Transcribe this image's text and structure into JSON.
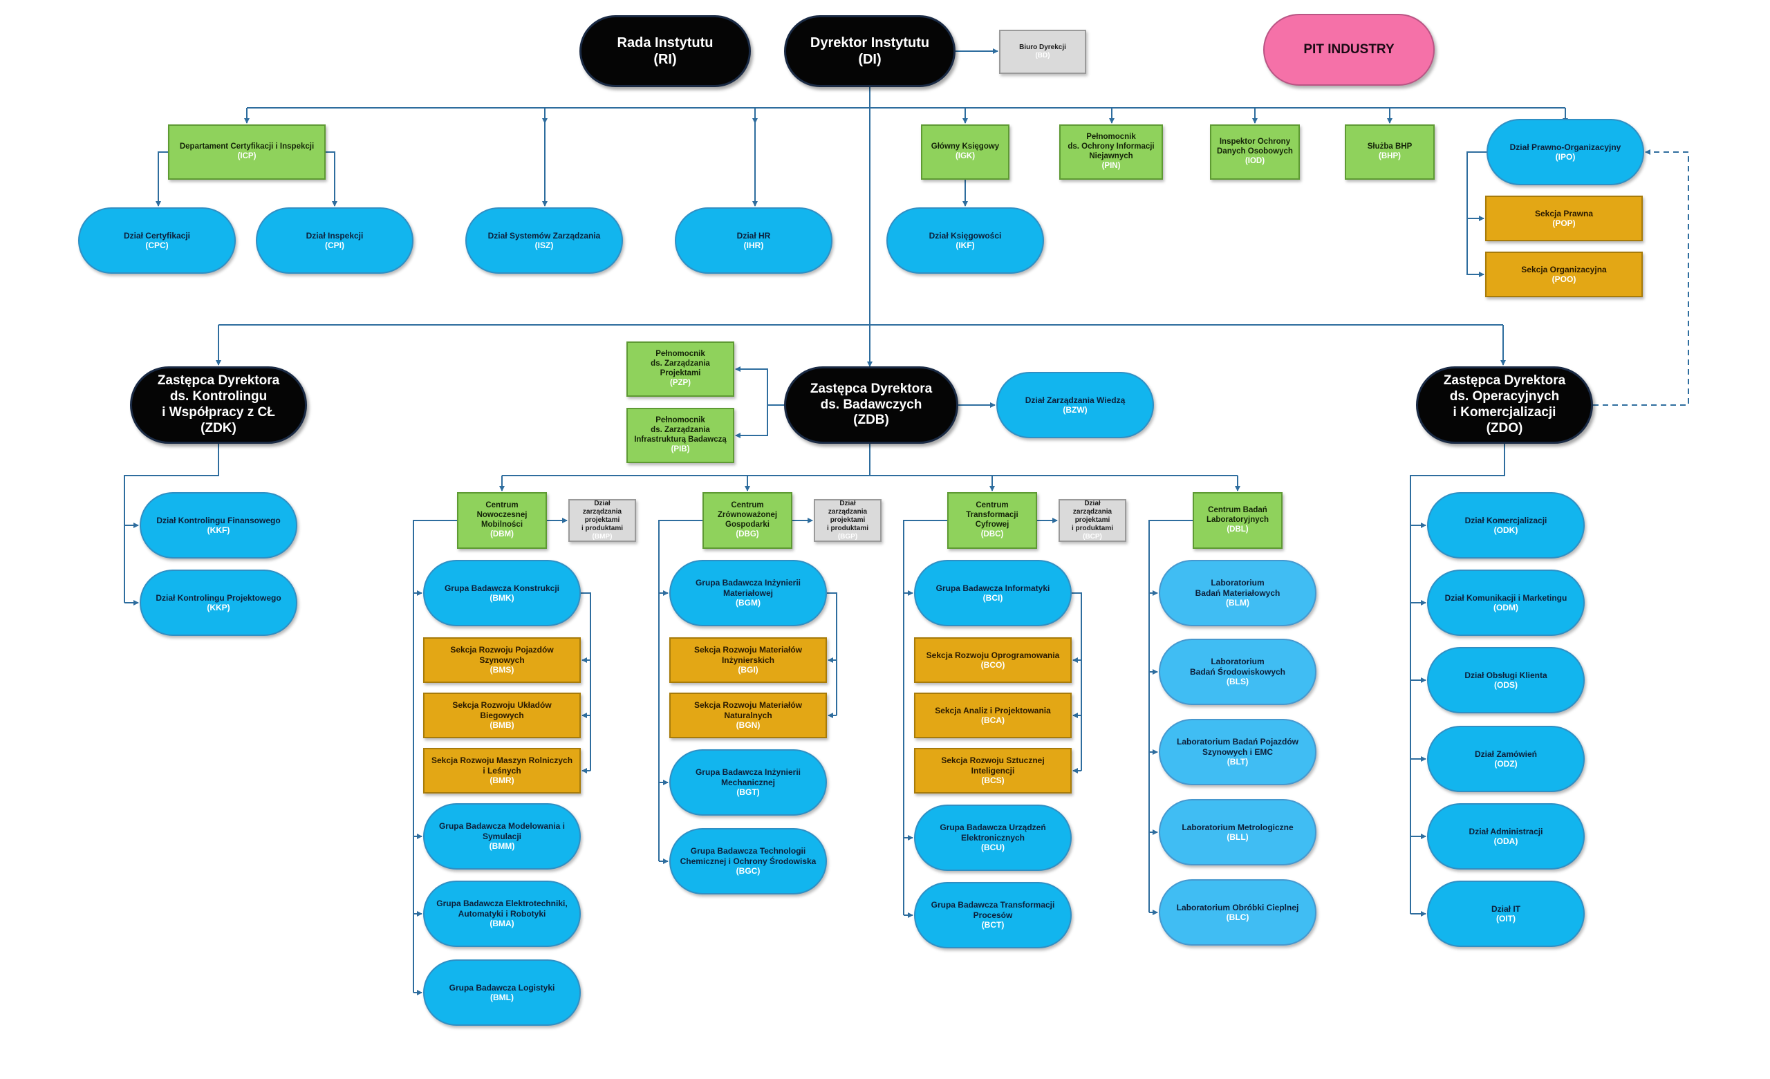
{
  "nodes": {
    "rada": {
      "title": "Rada Instytutu",
      "code": "(RI)"
    },
    "dyrektor": {
      "title": "Dyrektor Instytutu",
      "code": "(DI)"
    },
    "biuro": {
      "title": "Biuro Dyrekcji",
      "code": "(BD)"
    },
    "pit": {
      "title": "PIT INDUSTRY",
      "code": ""
    },
    "icp": {
      "title": "Departament Certyfikacji i Inspekcji",
      "code": "(ICP)"
    },
    "igk": {
      "title": "Główny Księgowy",
      "code": "(IGK)"
    },
    "pin": {
      "title": "Pełnomocnik\nds. Ochrony Informacji\nNiejawnych",
      "code": "(PIN)"
    },
    "iod": {
      "title": "Inspektor Ochrony\nDanych Osobowych",
      "code": "(IOD)"
    },
    "bhp": {
      "title": "Służba BHP",
      "code": "(BHP)"
    },
    "ipo": {
      "title": "Dział Prawno-Organizacyjny",
      "code": "(IPO)"
    },
    "cpc": {
      "title": "Dział Certyfikacji",
      "code": "(CPC)"
    },
    "cpi": {
      "title": "Dział Inspekcji",
      "code": "(CPI)"
    },
    "isz": {
      "title": "Dział Systemów Zarządzania",
      "code": "(ISZ)"
    },
    "ihr": {
      "title": "Dział HR",
      "code": "(IHR)"
    },
    "ikf": {
      "title": "Dział Księgowości",
      "code": "(IKF)"
    },
    "pop": {
      "title": "Sekcja Prawna",
      "code": "(POP)"
    },
    "poo": {
      "title": "Sekcja Organizacyjna",
      "code": "(POO)"
    },
    "zdk": {
      "title": "Zastępca Dyrektora\nds. Kontrolingu\ni Współpracy z CŁ",
      "code": "(ZDK)"
    },
    "zdb": {
      "title": "Zastępca Dyrektora\nds. Badawczych",
      "code": "(ZDB)"
    },
    "zdo": {
      "title": "Zastępca Dyrektora\nds. Operacyjnych\ni Komercjalizacji",
      "code": "(ZDO)"
    },
    "pzp": {
      "title": "Pełnomocnik\nds. Zarządzania\nProjektami",
      "code": "(PZP)"
    },
    "pib": {
      "title": "Pełnomocnik\nds. Zarządzania\nInfrastrukturą Badawczą",
      "code": "(PIB)"
    },
    "bzw": {
      "title": "Dział Zarządzania Wiedzą",
      "code": "(BZW)"
    },
    "kkf": {
      "title": "Dział Kontrolingu Finansowego",
      "code": "(KKF)"
    },
    "kkp": {
      "title": "Dział Kontrolingu Projektowego",
      "code": "(KKP)"
    },
    "dbm": {
      "title": "Centrum\nNowoczesnej\nMobilności",
      "code": "(DBM)"
    },
    "dbg": {
      "title": "Centrum\nZrównoważonej\nGospodarki",
      "code": "(DBG)"
    },
    "dbc": {
      "title": "Centrum\nTransformacji\nCyfrowej",
      "code": "(DBC)"
    },
    "dbl": {
      "title": "Centrum Badań\nLaboratoryjnych",
      "code": "(DBL)"
    },
    "bmp": {
      "title": "Dział zarządzania\nprojektami\ni produktami",
      "code": "(BMP)"
    },
    "bgp": {
      "title": "Dział zarządzania\nprojektami\ni produktami",
      "code": "(BGP)"
    },
    "bcp": {
      "title": "Dział zarządzania\nprojektami\ni produktami",
      "code": "(BCP)"
    },
    "bmk": {
      "title": "Grupa Badawcza Konstrukcji",
      "code": "(BMK)"
    },
    "bms": {
      "title": "Sekcja Rozwoju Pojazdów Szynowych",
      "code": "(BMS)"
    },
    "bmb": {
      "title": "Sekcja Rozwoju Układów Biegowych",
      "code": "(BMB)"
    },
    "bmr": {
      "title": "Sekcja Rozwoju Maszyn Rolniczych\ni Leśnych",
      "code": "(BMR)"
    },
    "bmm": {
      "title": "Grupa Badawcza Modelowania i\nSymulacji",
      "code": "(BMM)"
    },
    "bma": {
      "title": "Grupa Badawcza Elektrotechniki,\nAutomatyki i Robotyki",
      "code": "(BMA)"
    },
    "bml": {
      "title": "Grupa Badawcza Logistyki",
      "code": "(BML)"
    },
    "bgm": {
      "title": "Grupa Badawcza Inżynierii\nMateriałowej",
      "code": "(BGM)"
    },
    "bgi": {
      "title": "Sekcja Rozwoju Materiałów\nInżynierskich",
      "code": "(BGI)"
    },
    "bgn": {
      "title": "Sekcja Rozwoju Materiałów\nNaturalnych",
      "code": "(BGN)"
    },
    "bgt": {
      "title": "Grupa Badawcza Inżynierii\nMechanicznej",
      "code": "(BGT)"
    },
    "bgc": {
      "title": "Grupa Badawcza Technologii\nChemicznej i Ochrony Środowiska",
      "code": "(BGC)"
    },
    "bci": {
      "title": "Grupa Badawcza Informatyki",
      "code": "(BCI)"
    },
    "bco": {
      "title": "Sekcja Rozwoju Oprogramowania",
      "code": "(BCO)"
    },
    "bca": {
      "title": "Sekcja Analiz i Projektowania",
      "code": "(BCA)"
    },
    "bcs": {
      "title": "Sekcja Rozwoju Sztucznej Inteligencji",
      "code": "(BCS)"
    },
    "bcu": {
      "title": "Grupa Badawcza Urządzeń\nElektronicznych",
      "code": "(BCU)"
    },
    "bct": {
      "title": "Grupa Badawcza Transformacji\nProcesów",
      "code": "(BCT)"
    },
    "blm": {
      "title": "Laboratorium\nBadań Materiałowych",
      "code": "(BLM)"
    },
    "bls": {
      "title": "Laboratorium\nBadań Środowiskowych",
      "code": "(BLS)"
    },
    "blt": {
      "title": "Laboratorium Badań Pojazdów\nSzynowych i EMC",
      "code": "(BLT)"
    },
    "bll": {
      "title": "Laboratorium Metrologiczne",
      "code": "(BLL)"
    },
    "blc": {
      "title": "Laboratorium Obróbki Cieplnej",
      "code": "(BLC)"
    },
    "odk": {
      "title": "Dział Komercjalizacji",
      "code": "(ODK)"
    },
    "odm": {
      "title": "Dział Komunikacji i Marketingu",
      "code": "(ODM)"
    },
    "ods": {
      "title": "Dział Obsługi Klienta",
      "code": "(ODS)"
    },
    "odz": {
      "title": "Dział Zamówień",
      "code": "(ODZ)"
    },
    "oda": {
      "title": "Dział Administracji",
      "code": "(ODA)"
    },
    "oit": {
      "title": "Dział IT",
      "code": "(OIT)"
    }
  }
}
